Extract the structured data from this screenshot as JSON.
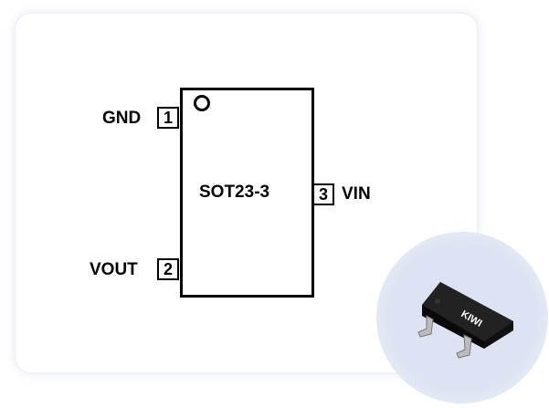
{
  "chip": {
    "name": "SOT23-3"
  },
  "pins": [
    {
      "number": "1",
      "name": "GND"
    },
    {
      "number": "2",
      "name": "VOUT"
    },
    {
      "number": "3",
      "name": "VIN"
    }
  ],
  "photo": {
    "logo": "KIWI"
  }
}
